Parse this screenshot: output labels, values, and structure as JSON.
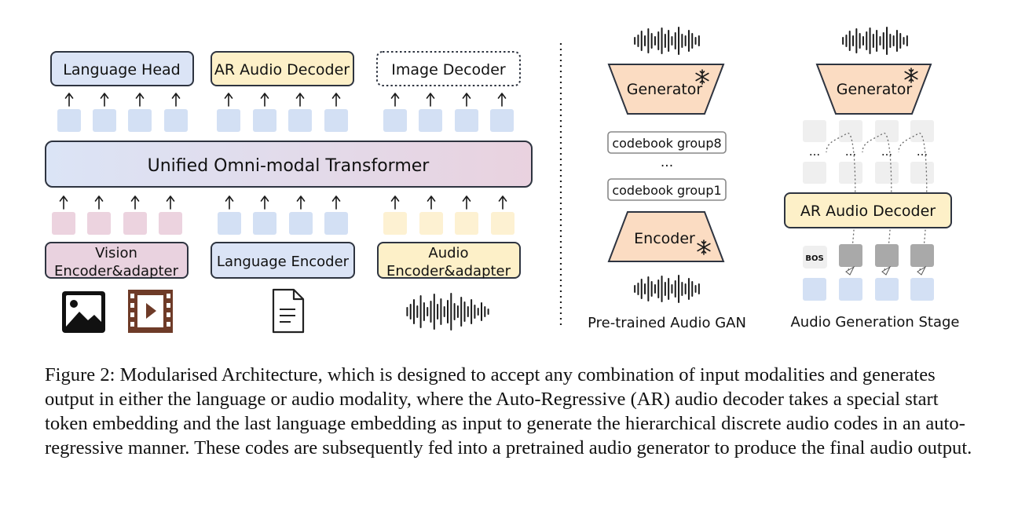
{
  "colors": {
    "language": "#dbe4f6",
    "language_border": "#2e3440",
    "ar_audio": "#fdf0c8",
    "vision": "#e9d2df",
    "transformer_left": "#dbe4f6",
    "transformer_right": "#e9d2df",
    "token_blue": "#d3e0f4",
    "token_pink": "#ecd3df",
    "token_yellow": "#fdf1d2",
    "gan": "#fbdcc2",
    "grey_code": "#a9a9a9",
    "light_grey": "#efefef",
    "frame_brown": "#6e3b28"
  },
  "left": {
    "heads": {
      "language_head": "Language Head",
      "ar_audio_decoder": "AR Audio Decoder",
      "image_decoder": "Image Decoder"
    },
    "transformer": "Unified Omni-modal Transformer",
    "encoders": {
      "vision_line1": "Vision",
      "vision_line2": "Encoder&adapter",
      "language": "Language Encoder",
      "audio_line1": "Audio",
      "audio_line2": "Encoder&adapter"
    },
    "inputs": [
      "image-icon",
      "video-icon",
      "document-icon",
      "waveform-icon"
    ]
  },
  "gan": {
    "generator": "Generator",
    "codebook_top": "codebook group8",
    "ellipsis": "...",
    "codebook_bottom": "codebook group1",
    "encoder": "Encoder",
    "frozen_icon": "snowflake-icon",
    "title": "Pre-trained Audio GAN"
  },
  "stage": {
    "generator": "Generator",
    "ar_audio_decoder": "AR Audio Decoder",
    "bos": "BOS",
    "ellipsis": "...",
    "title": "Audio Generation Stage"
  },
  "caption": "Figure 2: Modularised Architecture, which is designed to accept any combination of input modalities and generates output in either the language or audio modality, where the Auto-Regressive (AR) audio decoder takes a special start token embedding and the last language embedding as input to generate the hierarchical discrete audio codes in an auto-regressive manner. These codes are subsequently fed into a pretrained audio generator to produce the final audio output."
}
